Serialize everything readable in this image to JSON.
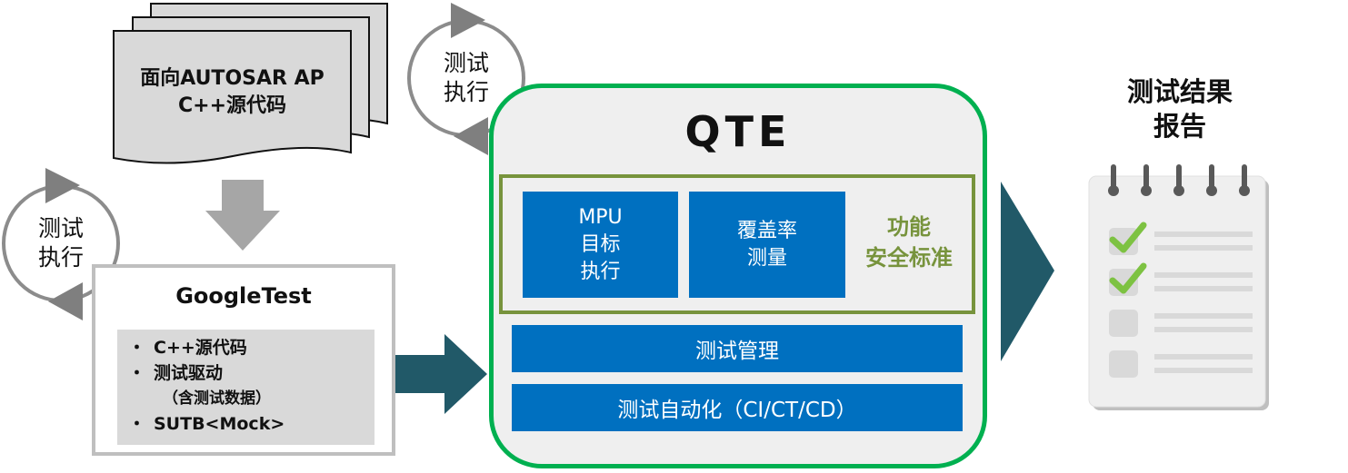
{
  "source_doc": {
    "line1": "面向AUTOSAR AP",
    "line2": "C++源代码"
  },
  "loop_top": {
    "line1": "测试",
    "line2": "执行"
  },
  "loop_left": {
    "line1": "测试",
    "line2": "执行"
  },
  "googletest": {
    "title": "GoogleTest",
    "bullet": "・",
    "items": [
      "C++源代码",
      "测试驱动",
      "SUTB<Mock>"
    ],
    "sub_note": "（含测试数据）"
  },
  "qte": {
    "title": "QTE",
    "mpu": {
      "line1": "MPU",
      "line2": "目标",
      "line3": "执行"
    },
    "coverage": {
      "line1": "覆盖率",
      "line2": "测量"
    },
    "safety": {
      "line1": "功能",
      "line2": "安全标准"
    },
    "management": "测试管理",
    "automation": "测试自动化（CI/CT/CD）"
  },
  "report": {
    "line1": "测试结果",
    "line2": "报告"
  },
  "colors": {
    "qte_border": "#00b050",
    "qte_fill": "#efefef",
    "blue_block": "#0070c0",
    "safety_green": "#77933c",
    "arrow_teal": "#215968",
    "check_green": "#7dc242",
    "gray": "#a6a6a6"
  }
}
